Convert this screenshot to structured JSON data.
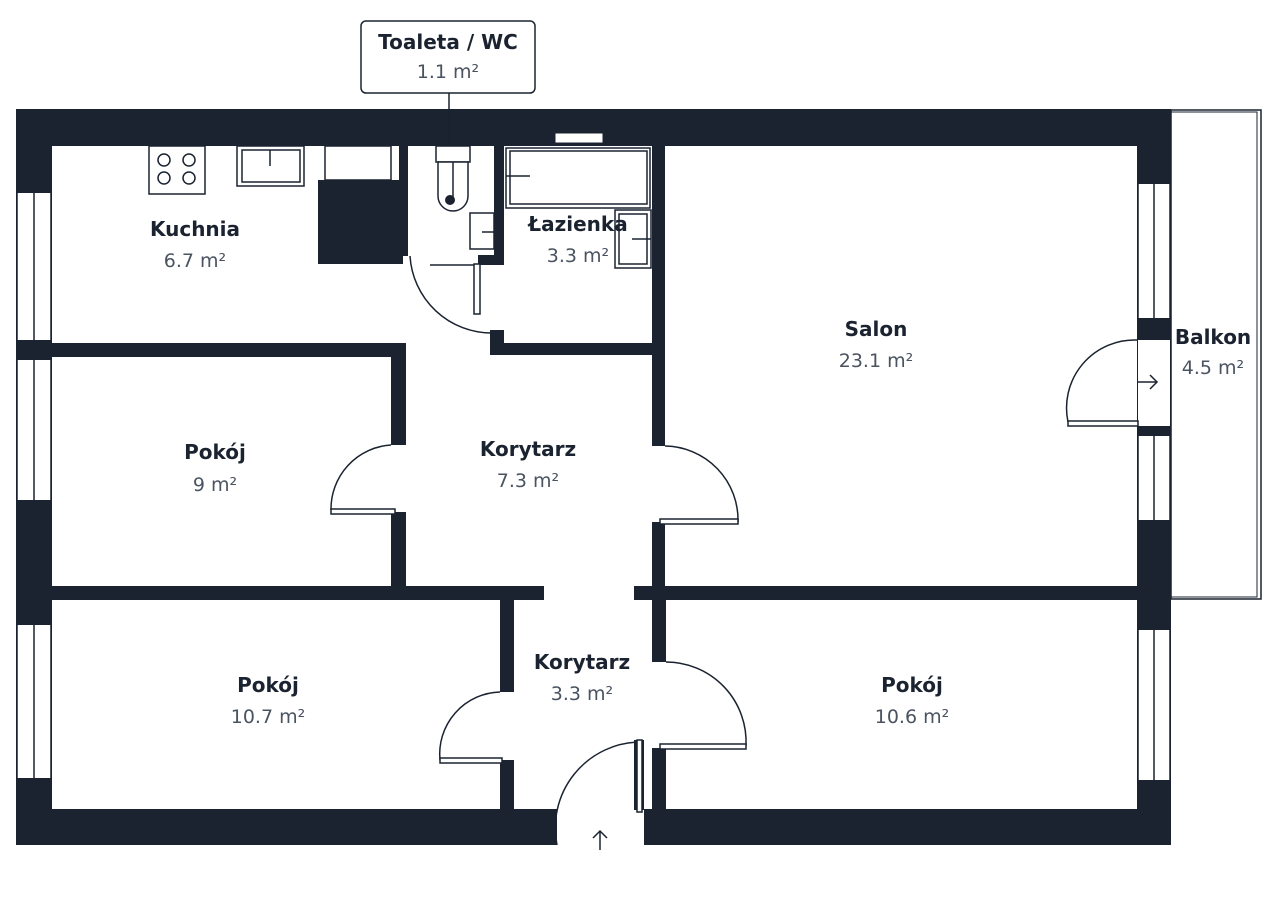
{
  "rooms": {
    "kuchnia": {
      "name": "Kuchnia",
      "area": "6.7 m²"
    },
    "lazienka": {
      "name": "Łazienka",
      "area": "3.3 m²"
    },
    "toaleta": {
      "name": "Toaleta / WC",
      "area": "1.1 m²"
    },
    "salon": {
      "name": "Salon",
      "area": "23.1 m²"
    },
    "balkon": {
      "name": "Balkon",
      "area": "4.5 m²"
    },
    "pokoj_a": {
      "name": "Pokój",
      "area": "9 m²"
    },
    "korytarz_a": {
      "name": "Korytarz",
      "area": "7.3 m²"
    },
    "pokoj_b": {
      "name": "Pokój",
      "area": "10.7 m²"
    },
    "korytarz_b": {
      "name": "Korytarz",
      "area": "3.3 m²"
    },
    "pokoj_c": {
      "name": "Pokój",
      "area": "10.6 m²"
    }
  },
  "colors": {
    "wall": "#1b2330",
    "area_text": "#4a5361",
    "background": "#ffffff"
  },
  "icons": [
    "entrance-arrow-icon",
    "balcony-arrow-icon",
    "stove-icon",
    "sink-icon",
    "toilet-icon",
    "bathtub-icon"
  ]
}
